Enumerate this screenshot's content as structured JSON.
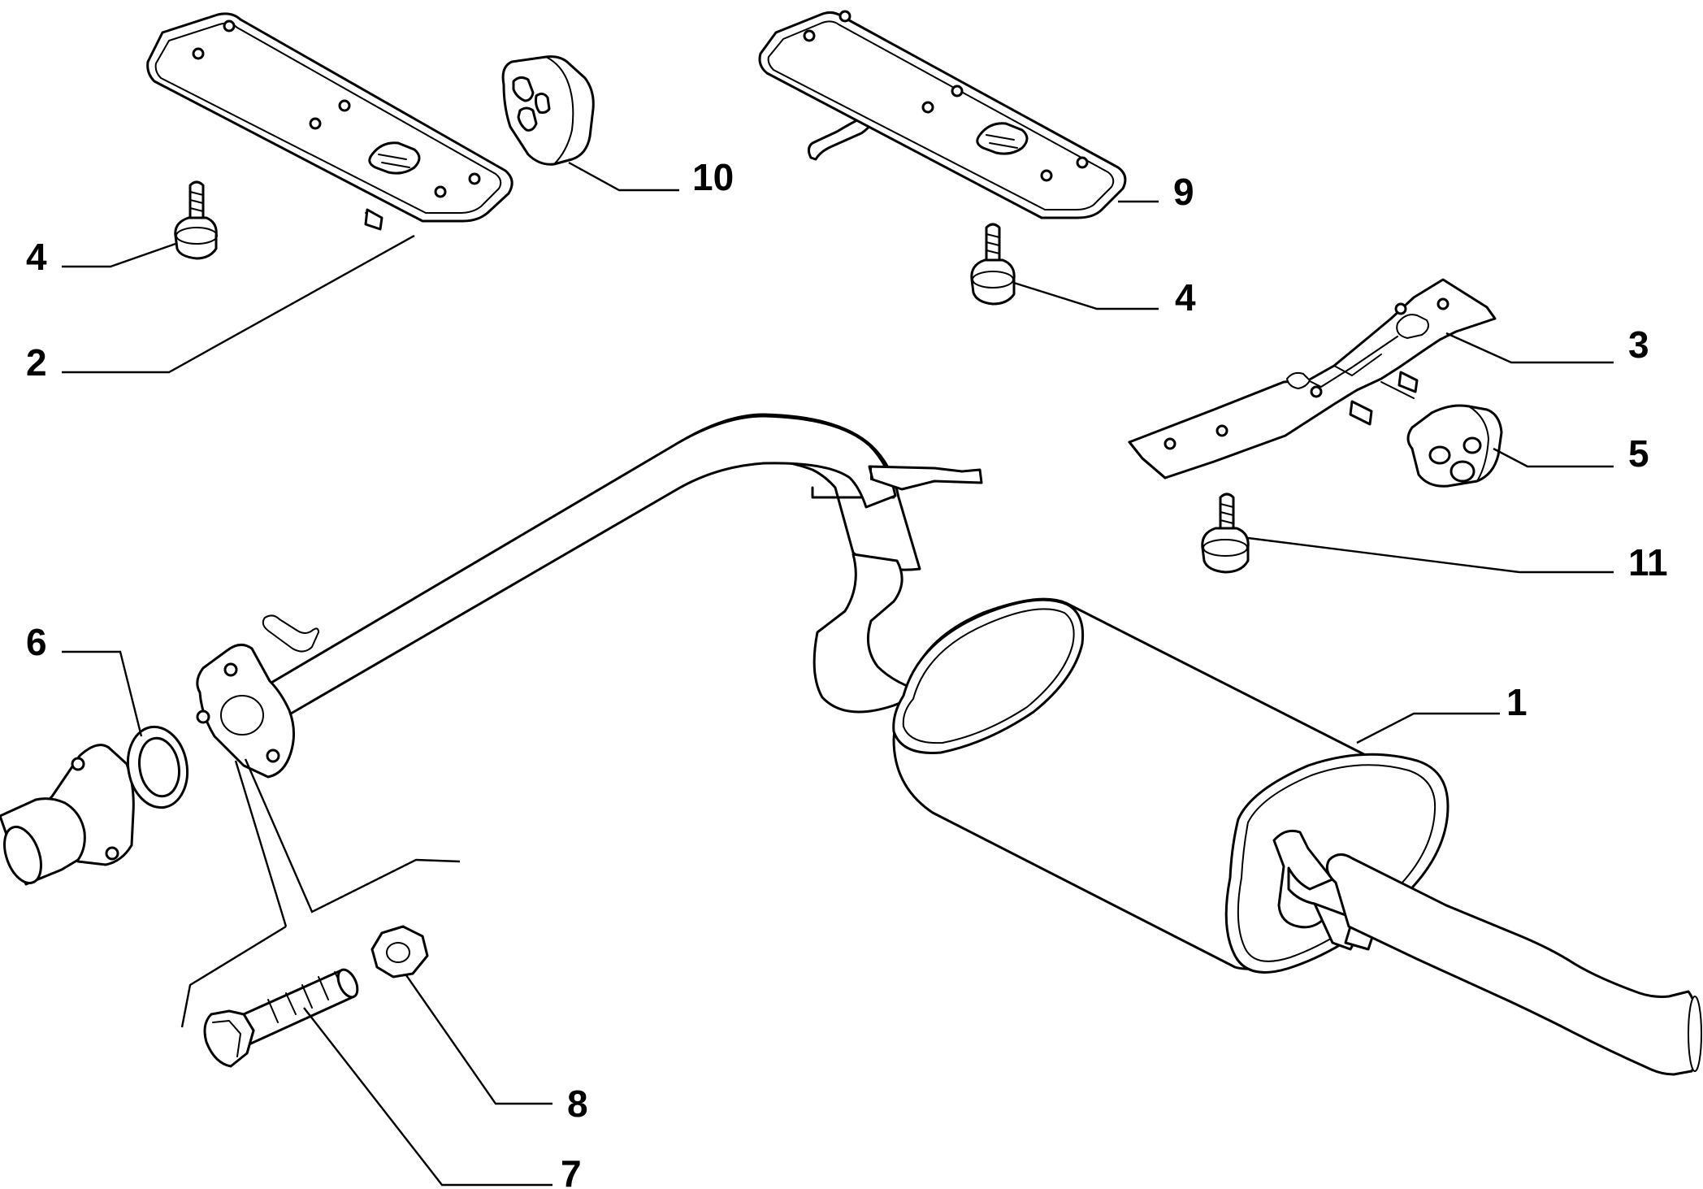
{
  "diagram": {
    "callouts": [
      {
        "id": "c1",
        "label": "1"
      },
      {
        "id": "c2",
        "label": "2"
      },
      {
        "id": "c3",
        "label": "3"
      },
      {
        "id": "c4a",
        "label": "4"
      },
      {
        "id": "c4b",
        "label": "4"
      },
      {
        "id": "c5",
        "label": "5"
      },
      {
        "id": "c6",
        "label": "6"
      },
      {
        "id": "c7",
        "label": "7"
      },
      {
        "id": "c8",
        "label": "8"
      },
      {
        "id": "c9",
        "label": "9"
      },
      {
        "id": "c10",
        "label": "10"
      },
      {
        "id": "c11",
        "label": "11"
      }
    ]
  }
}
